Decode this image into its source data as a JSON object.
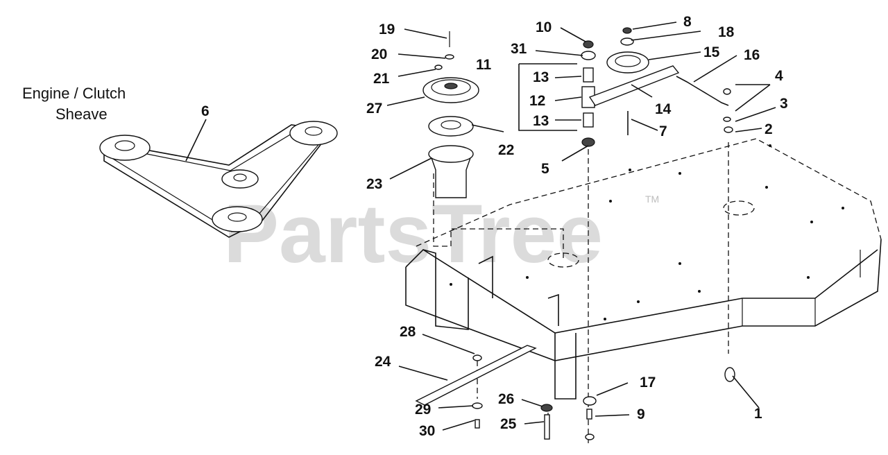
{
  "watermark": {
    "brand": "PartsTree",
    "tm": "TM"
  },
  "belt_diagram": {
    "caption_line1": "Engine / Clutch",
    "caption_line2": "Sheave"
  },
  "callouts": [
    {
      "id": "c1",
      "text": "1"
    },
    {
      "id": "c2",
      "text": "2"
    },
    {
      "id": "c3",
      "text": "3"
    },
    {
      "id": "c4",
      "text": "4"
    },
    {
      "id": "c5",
      "text": "5"
    },
    {
      "id": "c6",
      "text": "6"
    },
    {
      "id": "c7",
      "text": "7"
    },
    {
      "id": "c8",
      "text": "8"
    },
    {
      "id": "c9",
      "text": "9"
    },
    {
      "id": "c10",
      "text": "10"
    },
    {
      "id": "c11",
      "text": "11"
    },
    {
      "id": "c12",
      "text": "12"
    },
    {
      "id": "c13a",
      "text": "13"
    },
    {
      "id": "c13b",
      "text": "13"
    },
    {
      "id": "c14",
      "text": "14"
    },
    {
      "id": "c15",
      "text": "15"
    },
    {
      "id": "c16",
      "text": "16"
    },
    {
      "id": "c17",
      "text": "17"
    },
    {
      "id": "c18",
      "text": "18"
    },
    {
      "id": "c19",
      "text": "19"
    },
    {
      "id": "c20",
      "text": "20"
    },
    {
      "id": "c21",
      "text": "21"
    },
    {
      "id": "c22",
      "text": "22"
    },
    {
      "id": "c23",
      "text": "23"
    },
    {
      "id": "c24",
      "text": "24"
    },
    {
      "id": "c25",
      "text": "25"
    },
    {
      "id": "c26",
      "text": "26"
    },
    {
      "id": "c27",
      "text": "27"
    },
    {
      "id": "c28",
      "text": "28"
    },
    {
      "id": "c29",
      "text": "29"
    },
    {
      "id": "c30",
      "text": "30"
    },
    {
      "id": "c31",
      "text": "31"
    }
  ]
}
